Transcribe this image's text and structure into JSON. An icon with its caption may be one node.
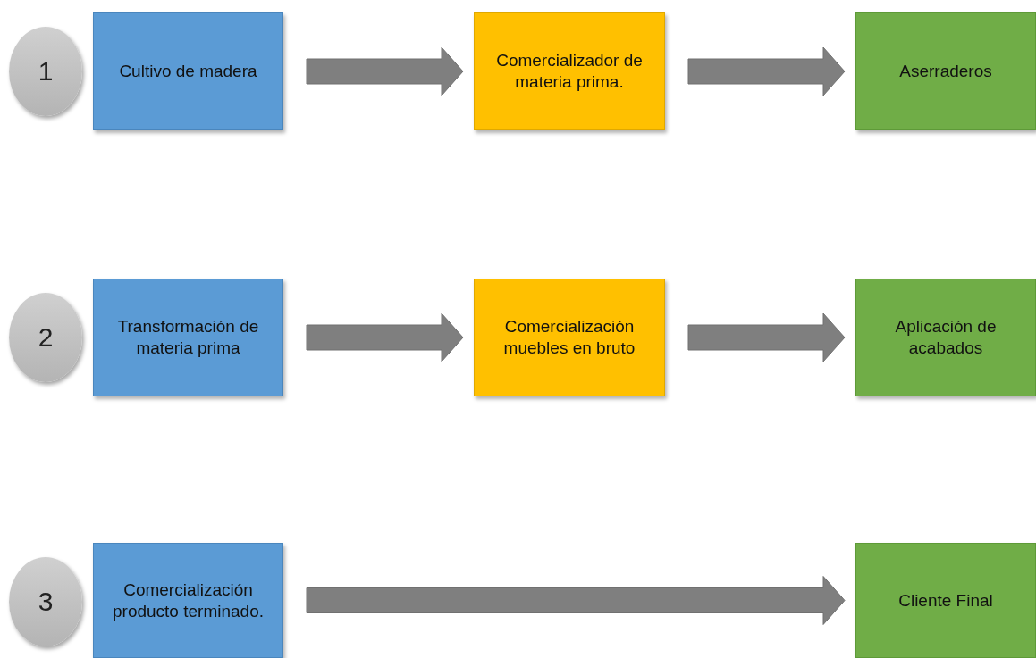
{
  "diagram": {
    "nodes": [
      {
        "text": [
          "1"
        ]
      },
      {
        "text": [
          "Cultivo de madera"
        ]
      },
      {
        "text": [
          "Comercializador de materia prima."
        ]
      },
      {
        "text": [
          "Aserraderos"
        ]
      },
      {
        "text": [
          "2"
        ]
      },
      {
        "text": [
          "Transformación de materia prima"
        ]
      },
      {
        "text": [
          "Comercialización muebles en bruto"
        ]
      },
      {
        "text": [
          "Aplicación de acabados"
        ]
      },
      {
        "text": [
          "3"
        ]
      },
      {
        "text": [
          "Comercialización producto terminado."
        ]
      },
      {
        "text": [
          "Cliente Final"
        ]
      }
    ],
    "edges": [
      {
        "from": 1,
        "to": 2,
        "arrow": "to"
      },
      {
        "from": 2,
        "to": 3,
        "arrow": "to"
      },
      {
        "from": 5,
        "to": 6,
        "arrow": "to"
      },
      {
        "from": 6,
        "to": 7,
        "arrow": "to"
      },
      {
        "from": 9,
        "to": 10,
        "arrow": "to"
      }
    ]
  }
}
